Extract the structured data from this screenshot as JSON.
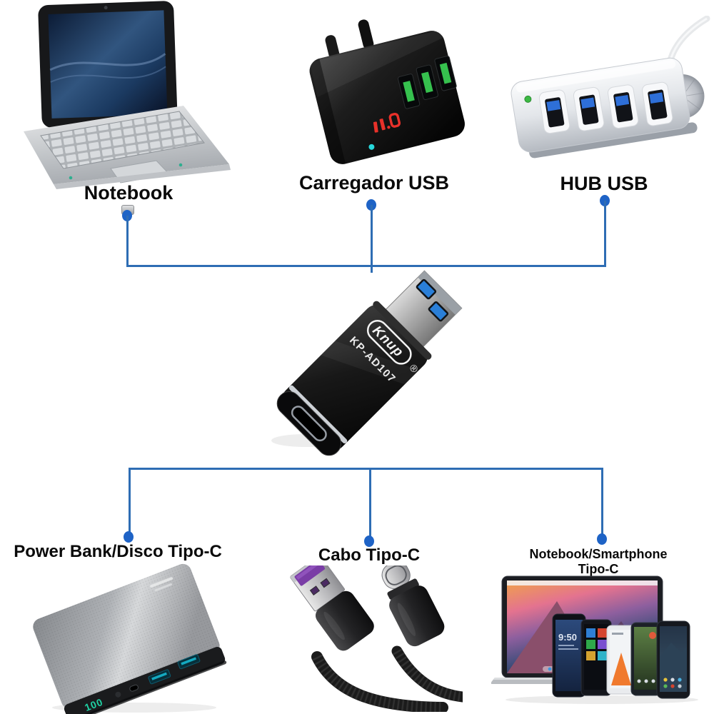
{
  "page": {
    "background": "#ffffff"
  },
  "connector": {
    "line_color": "#2e6db4",
    "dot_color": "#1e63c6"
  },
  "top_row": {
    "items": [
      {
        "id": "notebook",
        "label": "Notebook"
      },
      {
        "id": "usb-charger",
        "label": "Carregador USB"
      },
      {
        "id": "usb-hub",
        "label": "HUB USB"
      }
    ]
  },
  "adapter": {
    "brand": "Knup",
    "registered_mark": "®",
    "model": "KP-AD107"
  },
  "bottom_row": {
    "items": [
      {
        "id": "power-bank",
        "label": "Power Bank/Disco Tipo-C"
      },
      {
        "id": "usb-c-cable",
        "label": "Cabo Tipo-C"
      },
      {
        "id": "devices",
        "label_line1": "Notebook/Smartphone",
        "label_line2": "Tipo-C"
      }
    ]
  },
  "power_bank": {
    "display_value": "100"
  },
  "devices": {
    "phone_clock": "9:50"
  }
}
